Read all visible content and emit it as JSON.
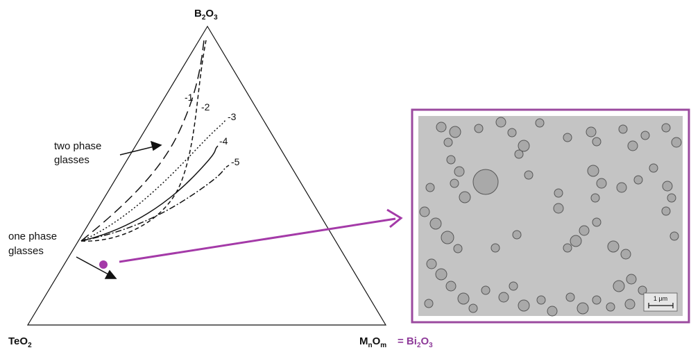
{
  "diagram": {
    "vertices": {
      "top": {
        "main": "B",
        "sub1": "2",
        "mid": "O",
        "sub2": "3"
      },
      "left": {
        "main": "TeO",
        "sub": "2"
      },
      "right": {
        "main": "M",
        "sub_n": "n",
        "mid": "O",
        "sub_m": "m"
      }
    },
    "right_equals": {
      "eq": "= Bi",
      "sub1": "2",
      "mid": "O",
      "sub2": "3"
    },
    "region_labels": {
      "two_phase": [
        "two phase",
        "glasses"
      ],
      "one_phase": [
        "one phase",
        "glasses"
      ]
    },
    "curve_labels": [
      "-1",
      "-2",
      "-3",
      "-4",
      "-5"
    ],
    "micrograph": {
      "scale_bar": "1 μm"
    },
    "colors": {
      "accent": "#a43aa8",
      "frame": "#9b4a9f"
    }
  }
}
